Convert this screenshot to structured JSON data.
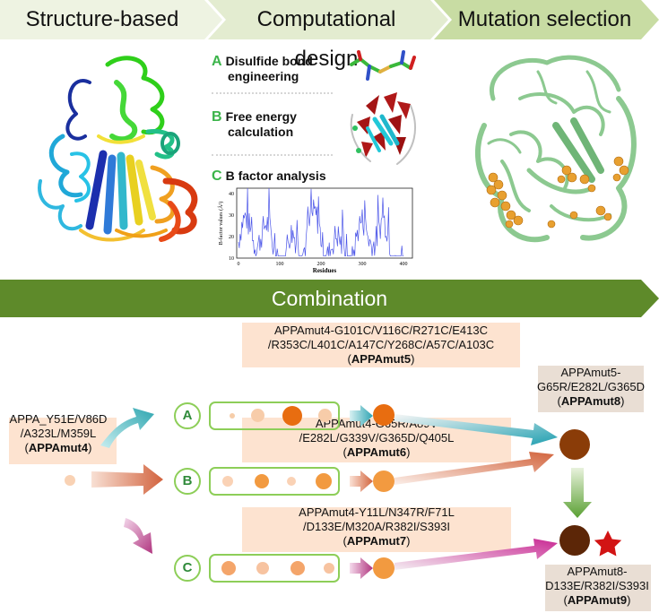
{
  "header": {
    "steps": [
      "Structure-based",
      "Computational design",
      "Mutation selection"
    ],
    "combination": "Combination"
  },
  "methods": [
    {
      "letter": "A",
      "line1": "Disulfide bond",
      "line2": "engineering"
    },
    {
      "letter": "B",
      "line1": "Free energy",
      "line2": "calculation"
    },
    {
      "letter": "C",
      "line1": "B factor analysis",
      "line2": ""
    }
  ],
  "bfactor_chart": {
    "ylabel": "B-factor values (Å²)",
    "xlabel": "Residues",
    "yticks": [
      "10",
      "20",
      "30",
      "40"
    ],
    "xticks": [
      "0",
      "100",
      "200",
      "300",
      "400"
    ]
  },
  "start_variant": {
    "line1": "APPA_Y51E/V86D",
    "line2": "/A323L/M359L",
    "name": "APPAmut4"
  },
  "rows": [
    {
      "label": "A",
      "line1": "APPAmut4-G101C/V116C/R271C/E413C",
      "line2": "/R353C/L401C/A147C/Y268C/A57C/A103C",
      "name": "APPAmut5"
    },
    {
      "label": "B",
      "line1": "APPAmut4-G65R/A89V",
      "line2": "/E282L/G339V/G365D/Q405L",
      "name": "APPAmut6"
    },
    {
      "label": "C",
      "line1": "APPAmut4-Y11L/N347R/F71L",
      "line2": "/D133E/M320A/R382I/S393I",
      "name": "APPAmut7"
    }
  ],
  "results": [
    {
      "line1": "APPAmut5-",
      "line2": "G65R/E282L/G365D",
      "name": "APPAmut8"
    },
    {
      "line1": "APPAmut8-",
      "line2": "D133E/R382I/S393I",
      "name": "APPAmut9"
    }
  ],
  "colors": {
    "chevron_light": "#eef3e2",
    "chevron_mid": "#dfe9c8",
    "chevron_dark": "#c5db9d",
    "combination_band": "#5e8a2a",
    "label_green": "#8dce58",
    "peach_box": "#fde3d0",
    "brown_box": "#e6dcd2",
    "orange_dot": "#f29a40",
    "dark_orange_dot": "#e86d10",
    "brown_dot": "#8a3c08",
    "dark_brown_dot": "#5c2607",
    "star": "#d21414"
  }
}
